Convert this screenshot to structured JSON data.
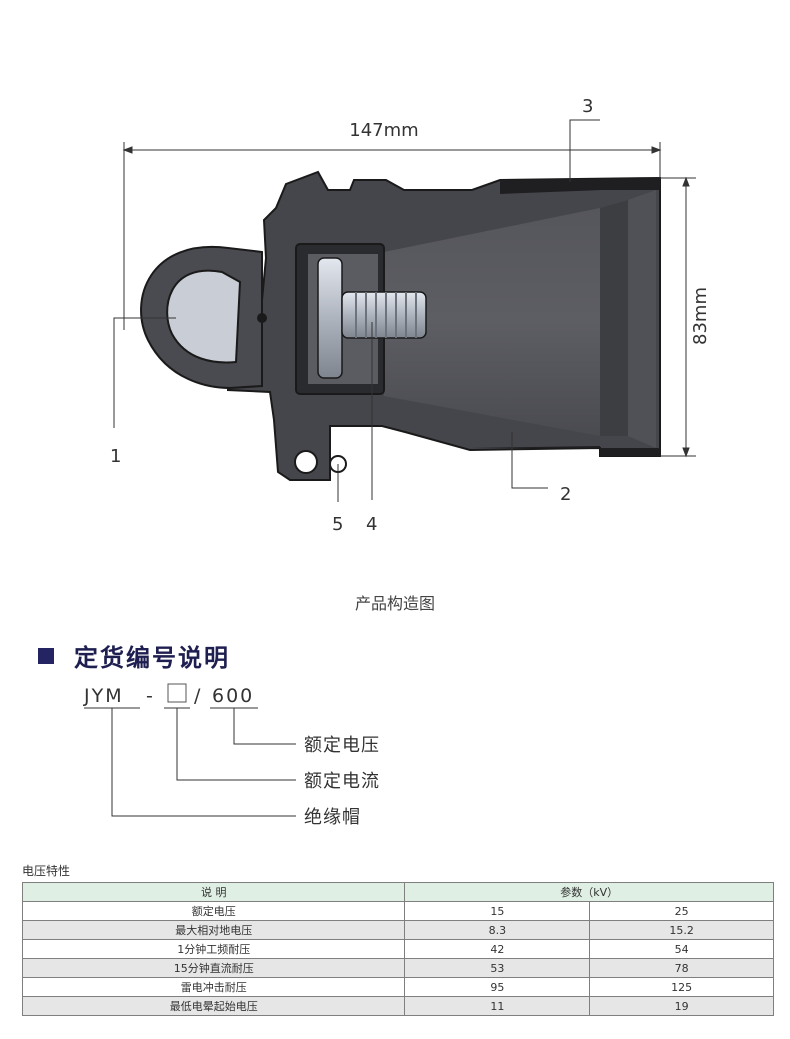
{
  "diagram": {
    "length_label": "147mm",
    "height_label": "83mm",
    "callouts": [
      "1",
      "2",
      "3",
      "4",
      "5"
    ],
    "colors": {
      "body": "#4a4b50",
      "outline": "#1a1a1a",
      "light": "#c9ced6"
    }
  },
  "caption": "产品构造图",
  "section_title": "定货编号说明",
  "model_code": {
    "prefix": "JYM",
    "dash": "-",
    "slash": "/",
    "rating": "600",
    "desc_voltage": "额定电压",
    "desc_current": "额定电流",
    "desc_product": "绝缘帽"
  },
  "table": {
    "title": "电压特性",
    "header_desc": "说  明",
    "header_params": "参数（kV）",
    "rows": [
      [
        "额定电压",
        "15",
        "25"
      ],
      [
        "最大相对地电压",
        "8.3",
        "15.2"
      ],
      [
        "1分钟工频耐压",
        "42",
        "54"
      ],
      [
        "15分钟直流耐压",
        "53",
        "78"
      ],
      [
        "雷电冲击耐压",
        "95",
        "125"
      ],
      [
        "最低电晕起始电压",
        "11",
        "19"
      ]
    ]
  }
}
